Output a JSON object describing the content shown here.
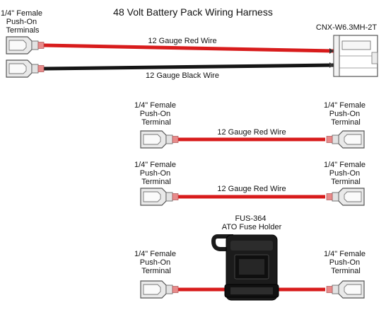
{
  "title": "48 Volt Battery Pack Wiring Harness",
  "colors": {
    "red_wire": "#d81c1c",
    "black_wire": "#151515",
    "terminal_fill": "#e9e9e9",
    "terminal_stroke": "#555555",
    "crimp_red": "#e88a8a",
    "fuse_holder": "#1a1a1a"
  },
  "harness": {
    "terminal_label": "1/4\" Female Push-On Terminals",
    "connector_label": "CNX-W6.3MH-2T",
    "red_wire_label": "12 Gauge Red Wire",
    "black_wire_label": "12 Gauge Black Wire"
  },
  "jumper1": {
    "left_terminal_label": "1/4\" Female Push-On Terminal",
    "right_terminal_label": "1/4\" Female Push-On Terminal",
    "wire_label": "12 Gauge Red Wire"
  },
  "jumper2": {
    "left_terminal_label": "1/4\" Female Push-On Terminal",
    "right_terminal_label": "1/4\" Female Push-On Terminal",
    "wire_label": "12 Gauge Red Wire"
  },
  "fuse_jumper": {
    "left_terminal_label": "1/4\" Female Push-On Terminal",
    "right_terminal_label": "1/4\" Female Push-On Terminal",
    "fuse_part": "FUS-364",
    "fuse_desc": "ATO Fuse Holder"
  }
}
